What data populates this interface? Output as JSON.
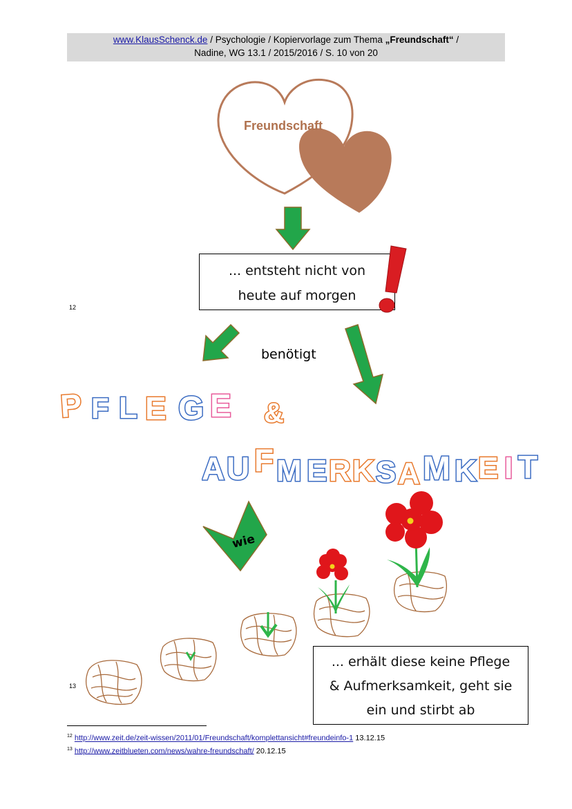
{
  "header": {
    "link": "www.KlausSchenck.de",
    "line1_rest": " / Psychologie / Kopiervorlage zum Thema ",
    "topic": "„Freundschaft“",
    "line1_end": " /",
    "line2": "Nadine, WG 13.1 / 2015/2016 / S. 10 von 20"
  },
  "heart": {
    "label": "Freundschaft",
    "color_outline": "#b87a5a",
    "color_fill": "#b87a5a"
  },
  "box1": {
    "line1": "... entsteht nicht von",
    "line2": "heute auf morgen"
  },
  "marker12": "12",
  "needs_label": "benötigt",
  "word_pflege": [
    "P",
    "F",
    "L",
    "E",
    "G",
    "E"
  ],
  "ampersand": "&",
  "word_aufmerksamkeit": [
    "A",
    "U",
    "F",
    "M",
    "E",
    "R",
    "K",
    "S",
    "A",
    "M",
    "K",
    "E",
    "I",
    "T"
  ],
  "wie_label": "wie",
  "box2": {
    "line1": "... erhält diese keine Pflege",
    "line2": "& Aufmerksamkeit, geht sie",
    "line3": "ein und stirbt ab"
  },
  "marker13": "13",
  "footnotes": [
    {
      "num": "12",
      "url": "http://www.zeit.de/zeit-wissen/2011/01/Freundschaft/komplettansicht#freundeinfo-1",
      "date": " 13.12.15"
    },
    {
      "num": "13",
      "url": "http://www.zeitblueten.com/news/wahre-freundschaft/",
      "date": " 20.12.15"
    }
  ],
  "colors": {
    "arrow_green": "#22a64a",
    "arrow_border": "#8a6b2a",
    "flower_red": "#e0161b",
    "leaf_green": "#2fb54a",
    "soil_brown": "#a86a3c"
  }
}
